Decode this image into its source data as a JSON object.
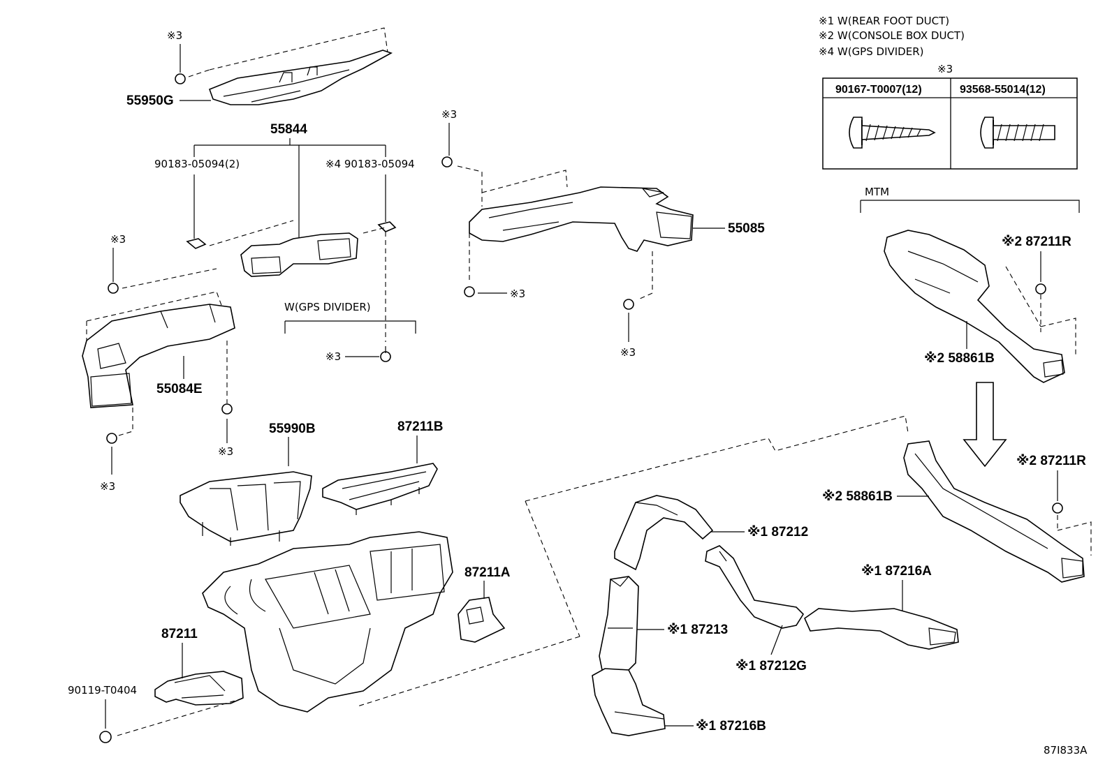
{
  "notes": {
    "n1": "※1 W(REAR FOOT DUCT)",
    "n2": "※2 W(CONSOLE BOX DUCT)",
    "n4": "※4 W(GPS DIVIDER)"
  },
  "bolt_table": {
    "header_mark": "※3",
    "col1": "90167-T0007(12)",
    "col2": "93568-55014(12)"
  },
  "mtm_label": "MTM",
  "gps_bracket_label": "W(GPS DIVIDER)",
  "figure_code": "87I833A",
  "mark3": "※3",
  "labels": {
    "p55950G": "55950G",
    "p55844": "55844",
    "p90183a": "90183-05094(2)",
    "p90183b": "※4 90183-05094",
    "p55085": "55085",
    "p55084E": "55084E",
    "p55990B": "55990B",
    "p87211B": "87211B",
    "p87211A": "87211A",
    "p87211": "87211",
    "p90119": "90119-T0404",
    "p87211R1": "※2 87211R",
    "p58861B1": "※2 58861B",
    "p87211R2": "※2 87211R",
    "p58861B2": "※2 58861B",
    "p87212": "※1 87212",
    "p87216A": "※1 87216A",
    "p87213": "※1 87213",
    "p87212G": "※1 87212G",
    "p87216B": "※1 87216B"
  }
}
